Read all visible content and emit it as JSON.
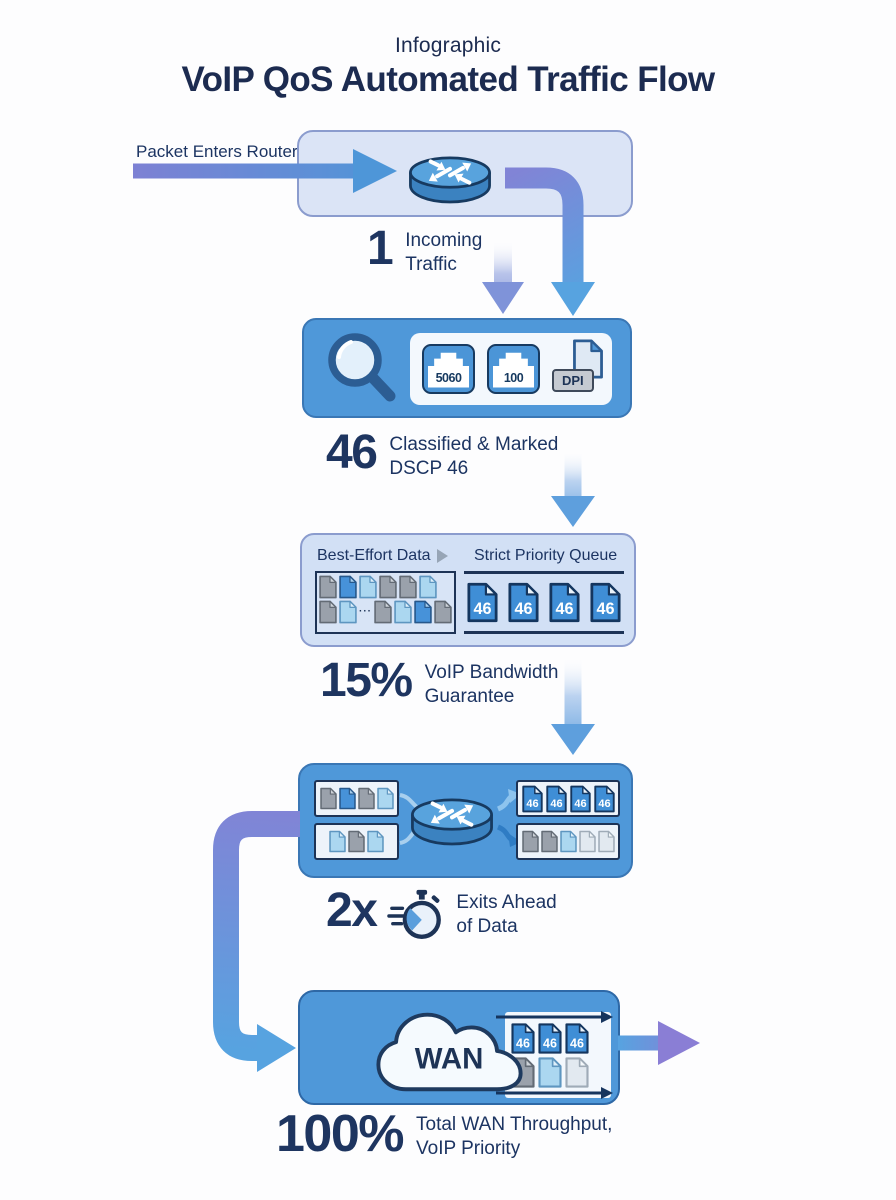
{
  "title": {
    "kicker": "Infographic",
    "heading": "VoIP QoS Automated Traffic Flow"
  },
  "colors": {
    "navy_ink": "#1d3356",
    "stat_navy": "#1e3560",
    "box_blue": "#4f98d9",
    "box_blue_border": "#3a77b5",
    "light_box": "#dbe4f6",
    "light_box_border": "#8b9cce",
    "queue_box": "#d2e0f5",
    "arrow_purple": "#8184d6",
    "arrow_blue": "#57a3e0",
    "panel_white": "#f3f8fd"
  },
  "doc_colors": {
    "gray": {
      "fill": "#9aa1ab",
      "stroke": "#636b75",
      "fold": "#cdd2d8"
    },
    "blue": {
      "fill": "#4792d9",
      "stroke": "#27588c",
      "fold": "#a6cdec"
    },
    "cyan": {
      "fill": "#abd7f0",
      "stroke": "#5e96c0",
      "fold": "#ddeffa"
    },
    "pale": {
      "fill": "#e2e9f0",
      "stroke": "#9fabb7",
      "fold": "#f4f8fb"
    },
    "priority": {
      "fill": "#3f8ed6",
      "stroke": "#14365f",
      "fold": "#eaf3fb",
      "text_color": "#ffffff"
    }
  },
  "stage1": {
    "entry_label": "Packet Enters Router",
    "stat": "1",
    "label1": "Incoming",
    "label2": "Traffic"
  },
  "stage2": {
    "stat": "46",
    "label1": "Classified & Marked",
    "label2": "DSCP 46",
    "port1": "5060",
    "port2": "100",
    "dpi": "DPI"
  },
  "stage3": {
    "stat": "15%",
    "label1": "VoIP Bandwidth",
    "label2": "Guarantee",
    "best_effort_title": "Best-Effort Data",
    "priority_title": "Strict Priority Queue",
    "best_row1": [
      "gray",
      "blue",
      "cyan",
      "gray",
      "gray",
      "cyan"
    ],
    "best_row2": [
      "gray",
      "cyan",
      "dots",
      "gray",
      "cyan",
      "blue",
      "gray"
    ],
    "priority_docs": [
      "priority:46",
      "priority:46",
      "priority:46",
      "priority:46"
    ]
  },
  "stage4": {
    "stat": "2x",
    "label1": "Exits Ahead",
    "label2": "of Data",
    "in_row1": [
      "gray",
      "blue",
      "gray",
      "cyan"
    ],
    "in_row2": [
      "cyan",
      "gray",
      "cyan"
    ],
    "out_row1": [
      "priority:46",
      "priority:46",
      "priority:46",
      "priority:46"
    ],
    "out_row2": [
      "gray",
      "gray",
      "cyan",
      "pale",
      "pale"
    ]
  },
  "stage5": {
    "stat": "100%",
    "label1": "Total WAN Throughput,",
    "label2": "VoIP Priority",
    "cloud_label": "WAN",
    "out_row1": [
      "priority:46",
      "priority:46",
      "priority:46"
    ],
    "out_row2": [
      "gray",
      "cyan",
      "pale"
    ]
  }
}
